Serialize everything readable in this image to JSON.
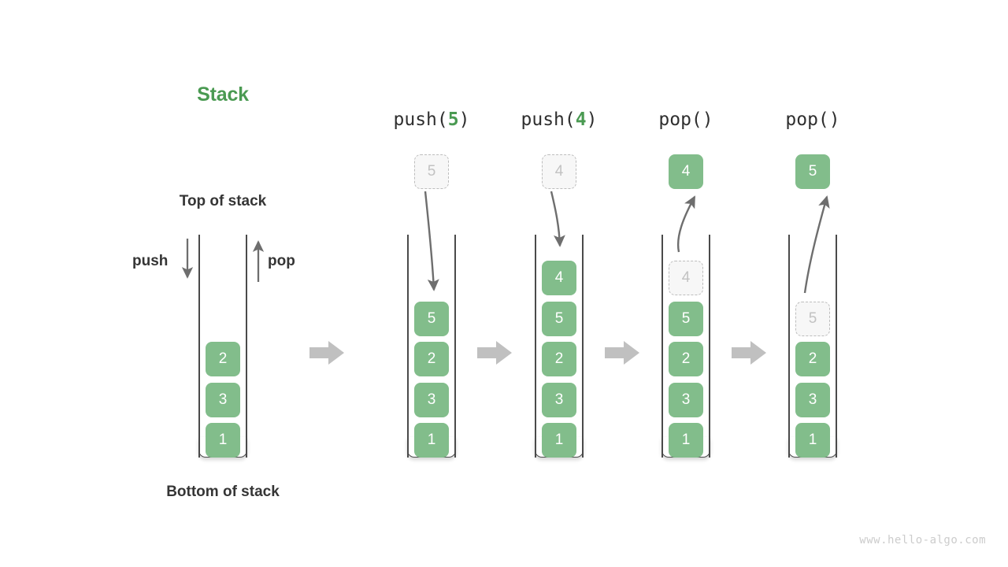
{
  "diagram": {
    "title": "Stack",
    "top_label": "Top of stack",
    "bottom_label": "Bottom of stack",
    "push_label": "push",
    "pop_label": "pop",
    "watermark": "www.hello-algo.com",
    "accent_color": "#4a9a52",
    "element_color": "#82bd8b",
    "ghost_color": "#c2c2c2",
    "arrow_color": "#c0c0c0"
  },
  "columns": [
    {
      "name": "initial-stack",
      "op_prefix": "",
      "op_arg": "",
      "op_suffix": "",
      "float_cell": null,
      "cells": [
        {
          "value": "2",
          "state": "solid"
        },
        {
          "value": "3",
          "state": "solid"
        },
        {
          "value": "1",
          "state": "solid"
        }
      ]
    },
    {
      "name": "push-5",
      "op_prefix": "push(",
      "op_arg": "5",
      "op_suffix": ")",
      "float_cell": {
        "value": "5",
        "state": "ghost"
      },
      "cells": [
        {
          "value": "5",
          "state": "solid"
        },
        {
          "value": "2",
          "state": "solid"
        },
        {
          "value": "3",
          "state": "solid"
        },
        {
          "value": "1",
          "state": "solid"
        }
      ]
    },
    {
      "name": "push-4",
      "op_prefix": "push(",
      "op_arg": "4",
      "op_suffix": ")",
      "float_cell": {
        "value": "4",
        "state": "ghost"
      },
      "cells": [
        {
          "value": "4",
          "state": "solid"
        },
        {
          "value": "5",
          "state": "solid"
        },
        {
          "value": "2",
          "state": "solid"
        },
        {
          "value": "3",
          "state": "solid"
        },
        {
          "value": "1",
          "state": "solid"
        }
      ]
    },
    {
      "name": "pop-1",
      "op_prefix": "pop(",
      "op_arg": "",
      "op_suffix": ")",
      "float_cell": {
        "value": "4",
        "state": "solid"
      },
      "cells": [
        {
          "value": "4",
          "state": "ghost"
        },
        {
          "value": "5",
          "state": "solid"
        },
        {
          "value": "2",
          "state": "solid"
        },
        {
          "value": "3",
          "state": "solid"
        },
        {
          "value": "1",
          "state": "solid"
        }
      ]
    },
    {
      "name": "pop-2",
      "op_prefix": "pop(",
      "op_arg": "",
      "op_suffix": ")",
      "float_cell": {
        "value": "5",
        "state": "solid"
      },
      "cells": [
        {
          "value": "5",
          "state": "ghost"
        },
        {
          "value": "2",
          "state": "solid"
        },
        {
          "value": "3",
          "state": "solid"
        },
        {
          "value": "1",
          "state": "solid"
        }
      ]
    }
  ]
}
